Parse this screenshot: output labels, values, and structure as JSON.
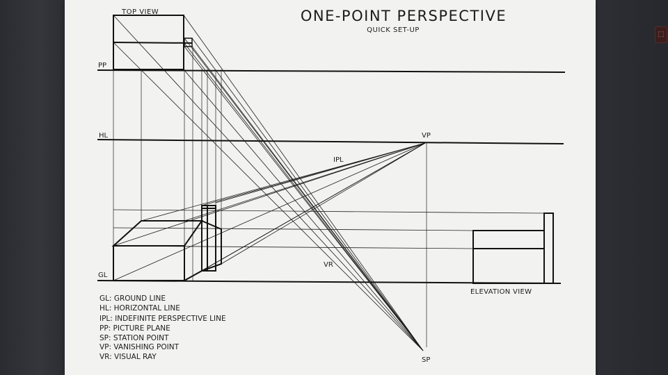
{
  "title": "ONE-POINT PERSPECTIVE",
  "subtitle": "QUICK SET-UP",
  "view_labels": {
    "top_view": "TOP VIEW",
    "elevation_view": "ELEVATION VIEW"
  },
  "line_labels": {
    "pp": "PP",
    "hl": "HL",
    "gl": "GL",
    "vp": "VP",
    "sp": "SP",
    "ipl": "IPL",
    "vr": "VR"
  },
  "legend": [
    "GL: GROUND LINE",
    "HL: HORIZONTAL LINE",
    "IPL: INDEFINITE PERSPECTIVE LINE",
    "PP: PICTURE PLANE",
    "SP: STATION POINT",
    "VP: VANISHING POINT",
    "VR: VISUAL RAY"
  ],
  "side_tag": {
    "icon": "pdf-icon",
    "glyph": "⬚"
  }
}
